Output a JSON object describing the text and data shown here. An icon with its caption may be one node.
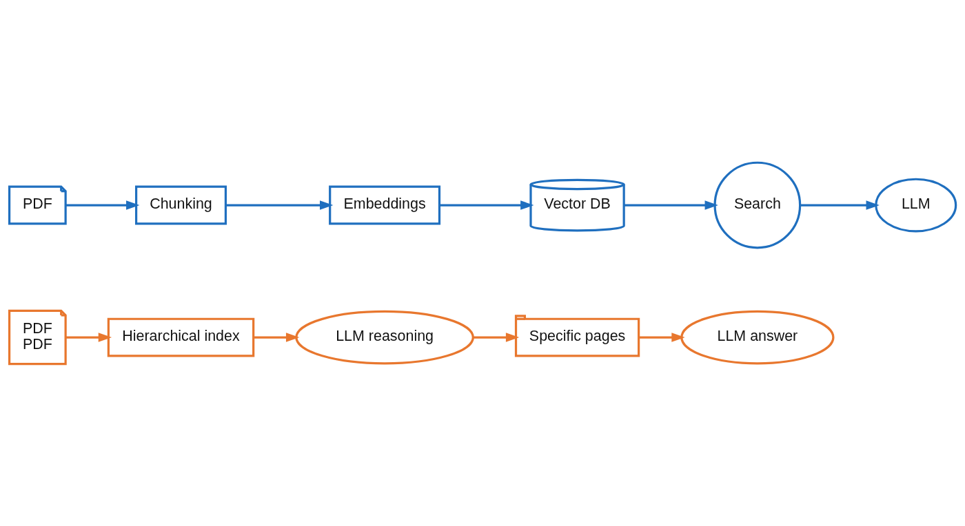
{
  "diagram": {
    "nodes": [
      {
        "text": [
          "PDF"
        ]
      },
      {
        "text": [
          "Chunking"
        ]
      },
      {
        "text": [
          "Embeddings"
        ]
      },
      {
        "text": [
          "Vector DB"
        ]
      },
      {
        "text": [
          "Search"
        ]
      },
      {
        "text": [
          "LLM"
        ]
      },
      {
        "text": [
          "PDF",
          "PDF"
        ]
      },
      {
        "text": [
          "Hierarchical index"
        ]
      },
      {
        "text": [
          "LLM reasoning"
        ]
      },
      {
        "text": [
          "Specific pages"
        ]
      },
      {
        "text": [
          "LLM answer"
        ]
      }
    ],
    "edges": [
      {
        "from": 0,
        "to": 1,
        "arrow": "to"
      },
      {
        "from": 1,
        "to": 2,
        "arrow": "to"
      },
      {
        "from": 2,
        "to": 3,
        "arrow": "to"
      },
      {
        "from": 3,
        "to": 4,
        "arrow": "to"
      },
      {
        "from": 4,
        "to": 5,
        "arrow": "to"
      },
      {
        "from": 6,
        "to": 7,
        "arrow": "to",
        "color": "#e8772e"
      },
      {
        "from": 7,
        "to": 8,
        "arrow": "to",
        "color": "#e8772e"
      },
      {
        "from": 8,
        "to": 9,
        "arrow": "to",
        "color": "#e8772e"
      },
      {
        "from": 9,
        "to": 10,
        "arrow": "to",
        "color": "#e8772e"
      }
    ]
  }
}
